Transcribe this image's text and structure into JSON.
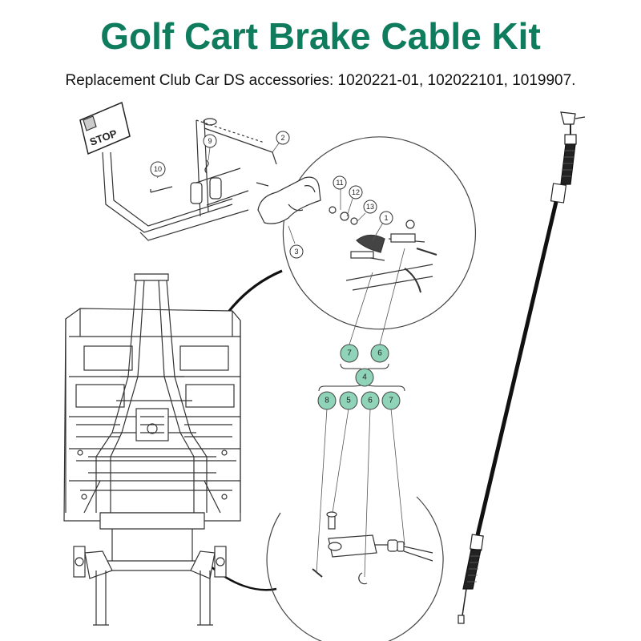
{
  "header": {
    "title": "Golf Cart Brake Cable Kit",
    "subtitle": "Replacement Club Car DS accessories: 1020221-01, 102022101, 1019907."
  },
  "pedal": {
    "sign": "STOP"
  },
  "callouts": {
    "c1": "1",
    "c2": "2",
    "c3": "3",
    "c9": "9",
    "c10": "10",
    "c11": "11",
    "c12": "12",
    "c13": "13"
  },
  "groups": {
    "top": [
      "7",
      "6"
    ],
    "middle": "4",
    "bottom": [
      "8",
      "5",
      "6",
      "7"
    ]
  },
  "colors": {
    "title": "#0f7d5d",
    "callout_fill": "#8fd4b8",
    "line": "#222222"
  }
}
